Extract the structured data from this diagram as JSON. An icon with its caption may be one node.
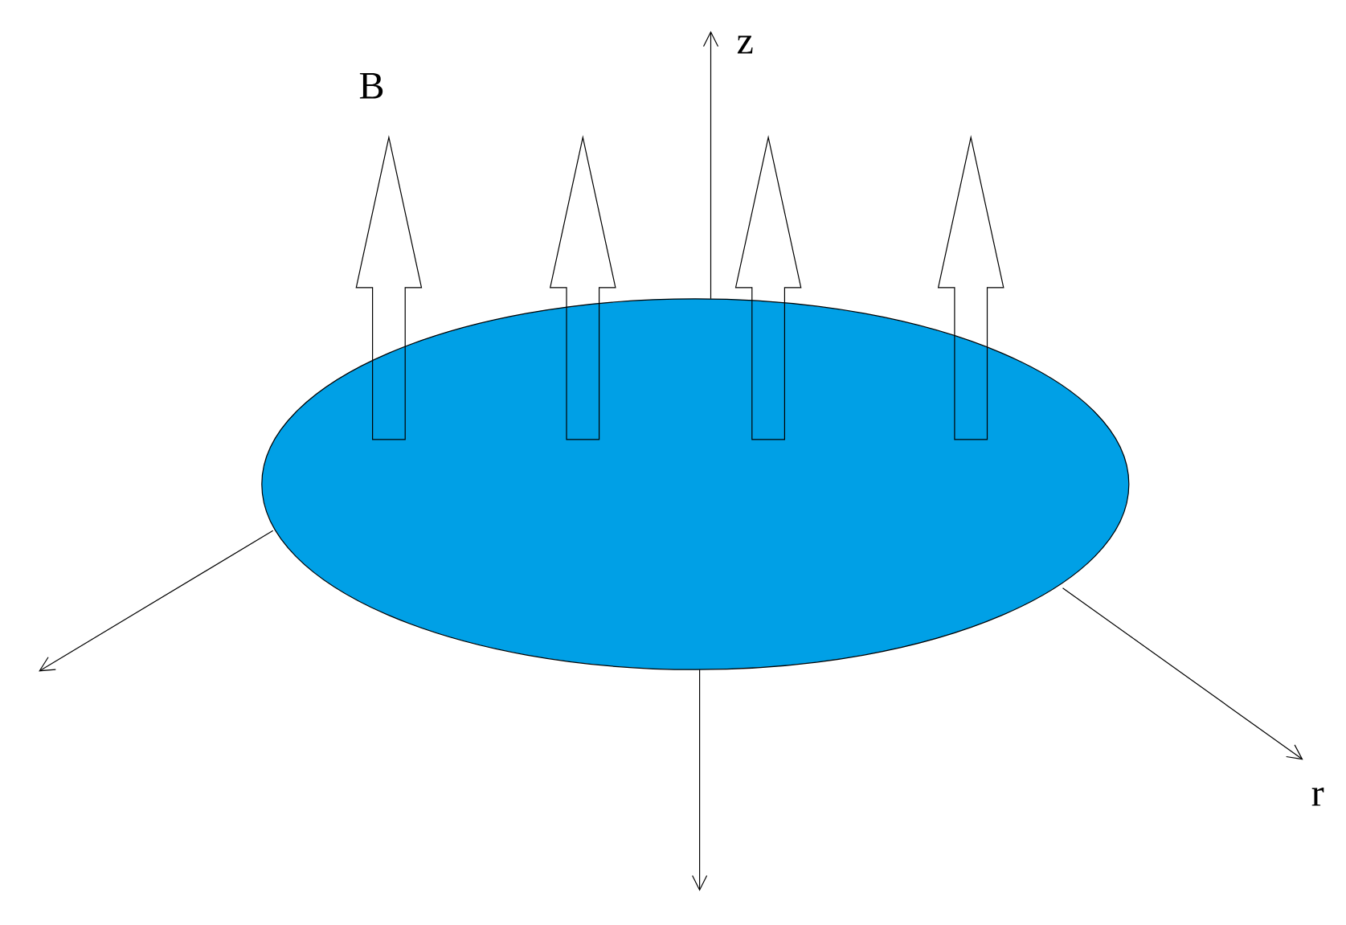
{
  "diagram": {
    "labels": [
      "z",
      "B",
      "r"
    ]
  }
}
